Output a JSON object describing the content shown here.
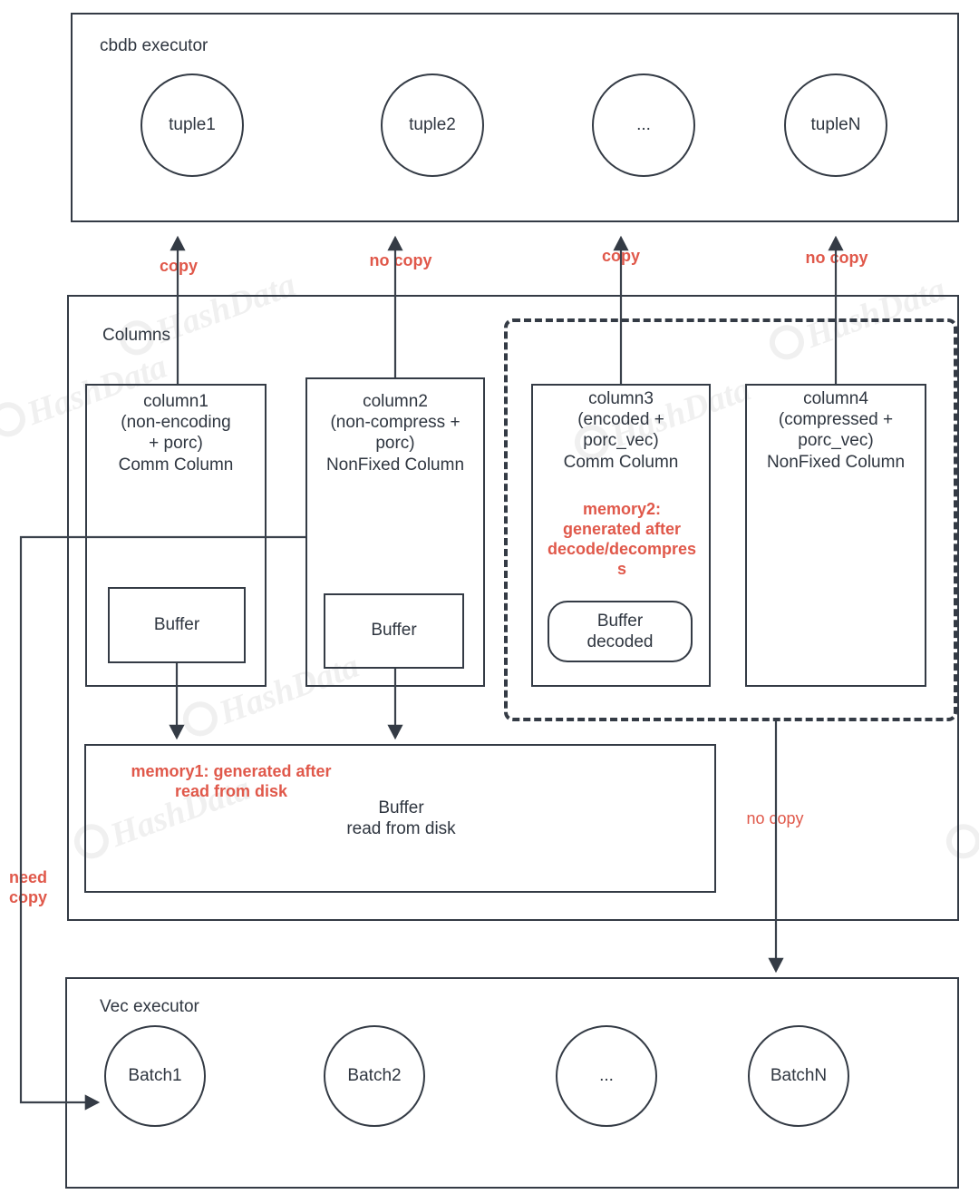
{
  "diagram": {
    "title": "cbdb executor / Columns / Vec executor memory-copy diagram",
    "accent_red": "#e0584a",
    "line_color": "#343b45",
    "watermark_text": "HashData"
  },
  "top_section": {
    "label": "cbdb executor",
    "tuples": [
      {
        "label": "tuple1"
      },
      {
        "label": "tuple2"
      },
      {
        "label": "..."
      },
      {
        "label": "tupleN"
      }
    ]
  },
  "copy_labels": [
    {
      "label": "copy"
    },
    {
      "label": "no copy"
    },
    {
      "label": "copy"
    },
    {
      "label": "no copy"
    }
  ],
  "middle_section": {
    "label": "Columns",
    "columns": [
      {
        "name": "column1",
        "spec": "(non-encoding\n+ porc)",
        "kind": "Comm Column",
        "buffer_label": "Buffer"
      },
      {
        "name": "column2",
        "spec": "(non-compress +\nporc)",
        "kind": "NonFixed Column",
        "buffer_label": "Buffer"
      },
      {
        "name": "column3",
        "spec": "(encoded +\nporc_vec)",
        "kind": "Comm Column",
        "note": "memory2:\ngenerated after\ndecode/decompres\ns",
        "buffer_label": "Buffer\ndecoded"
      },
      {
        "name": "column4",
        "spec": "(compressed +\nporc_vec)",
        "kind": "NonFixed Column"
      }
    ],
    "memory1": {
      "note": "memory1: generated after\nread from disk",
      "buffer_label": "Buffer\nread from disk"
    }
  },
  "edge_labels": {
    "no_copy_right": "no copy",
    "need_copy_left": "need\ncopy"
  },
  "bottom_section": {
    "label": "Vec executor",
    "batches": [
      {
        "label": "Batch1"
      },
      {
        "label": "Batch2"
      },
      {
        "label": "..."
      },
      {
        "label": "BatchN"
      }
    ]
  }
}
